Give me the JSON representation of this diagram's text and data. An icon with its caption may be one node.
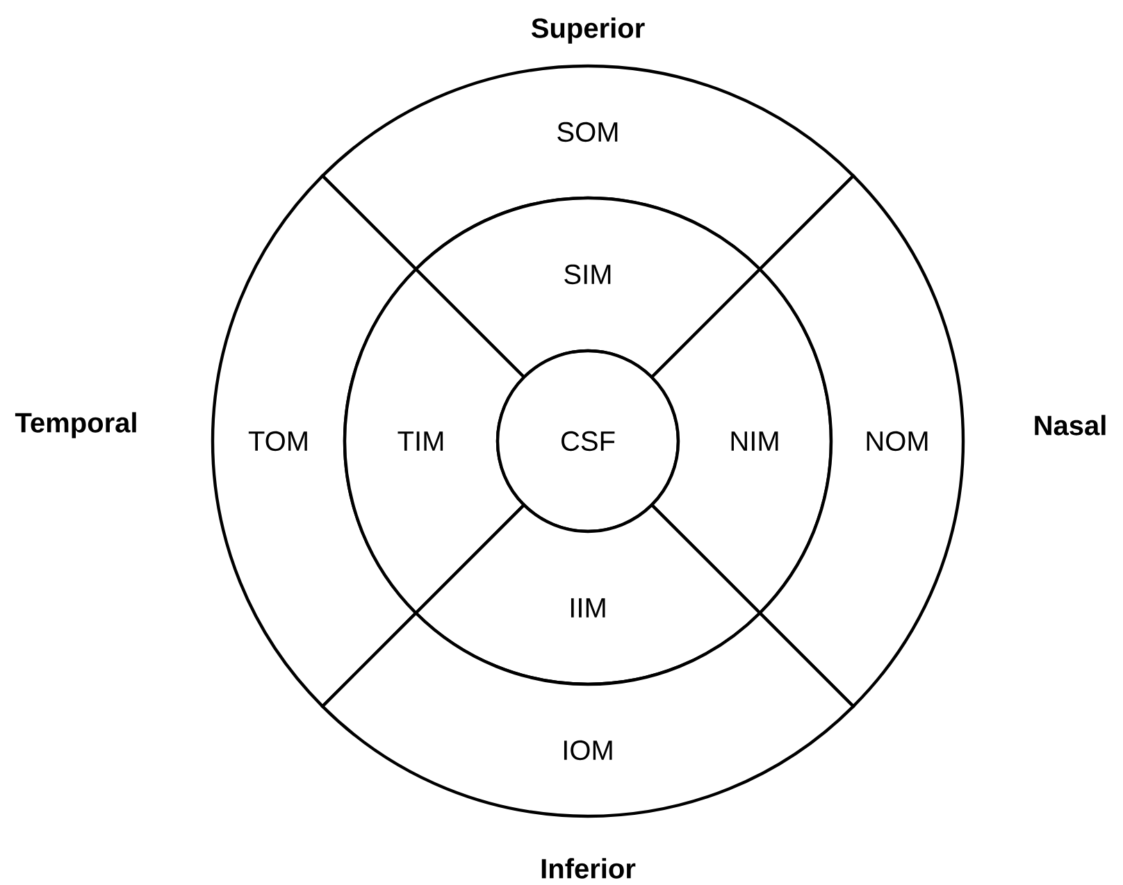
{
  "diagram": {
    "nodes": [
      {
        "text": [
          "SOM"
        ]
      },
      {
        "text": [
          "SIM"
        ]
      },
      {
        "text": [
          "TOM"
        ]
      },
      {
        "text": [
          "TIM"
        ]
      },
      {
        "text": [
          "CSF"
        ]
      },
      {
        "text": [
          "NIM"
        ]
      },
      {
        "text": [
          "NOM"
        ]
      },
      {
        "text": [
          "IIM"
        ]
      },
      {
        "text": [
          "IOM"
        ]
      }
    ],
    "labels": [
      "Superior",
      "Temporal",
      "Nasal",
      "Inferior"
    ]
  }
}
